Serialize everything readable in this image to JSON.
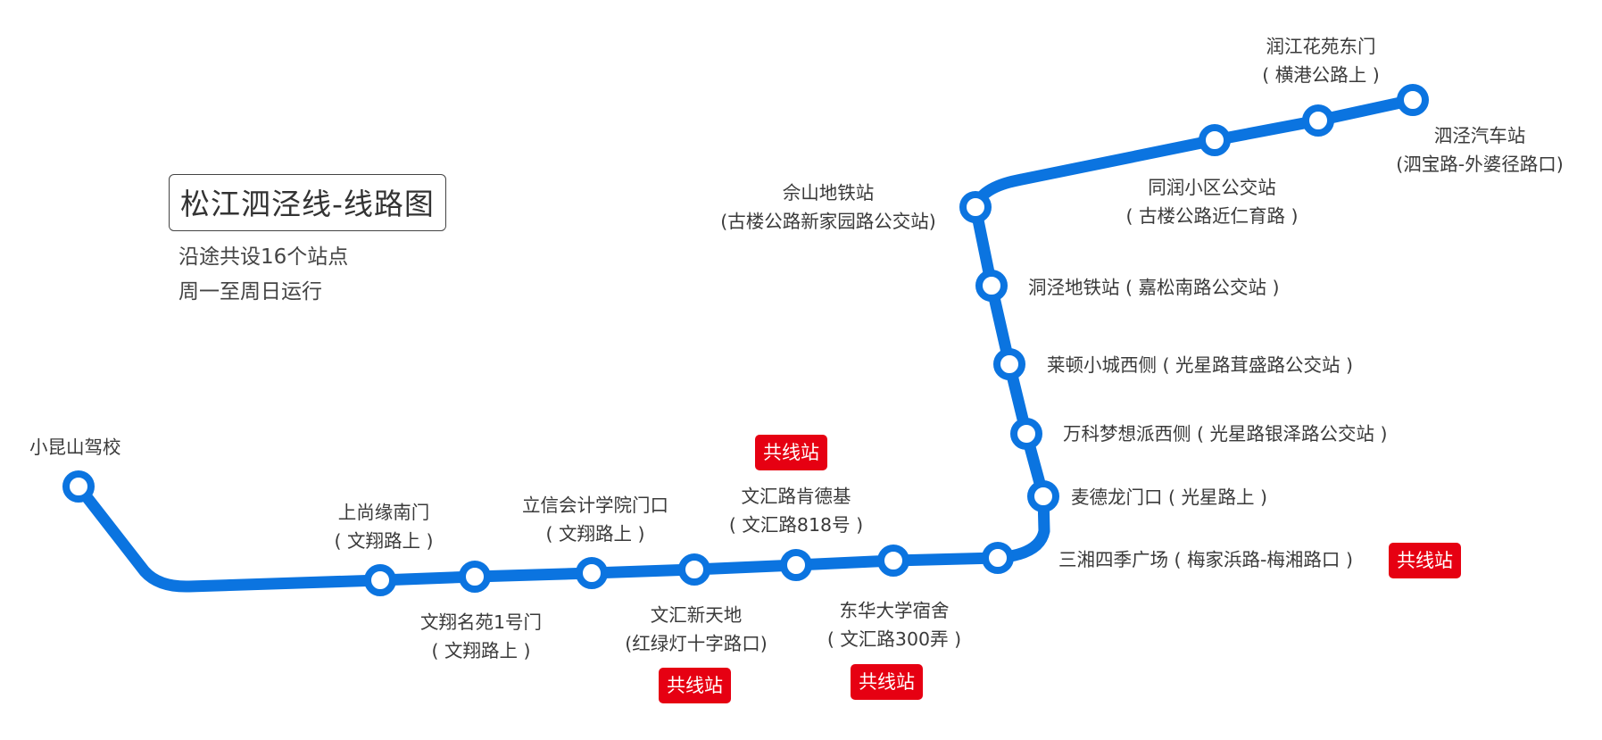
{
  "title": "松江泗泾线-线路图",
  "subtitle_lines": [
    "沿途共设16个站点",
    "周一至周日运行"
  ],
  "colors": {
    "line": "#0b74e0",
    "badge": "#e60012",
    "text": "#3a3a3a",
    "station_fill": "#ffffff"
  },
  "badge_text": "共线站",
  "stations": [
    {
      "name": "小昆山驾校",
      "sub": ""
    },
    {
      "name": "上尚缘南门",
      "sub": "( 文翔路上 )"
    },
    {
      "name": "文翔名苑1号门",
      "sub": "( 文翔路上 )"
    },
    {
      "name": "立信会计学院门口",
      "sub": "( 文翔路上 )"
    },
    {
      "name": "文汇新天地",
      "sub": "(红绿灯十字路口)"
    },
    {
      "name": "文汇路肯德基",
      "sub": "( 文汇路818号 )"
    },
    {
      "name": "东华大学宿舍",
      "sub": "( 文汇路300弄 )"
    },
    {
      "name": "三湘四季广场 ( 梅家浜路-梅湘路口 )",
      "sub": ""
    },
    {
      "name": "麦德龙门口 ( 光星路上 )",
      "sub": ""
    },
    {
      "name": "万科梦想派西侧 ( 光星路银泽路公交站 )",
      "sub": ""
    },
    {
      "name": "莱顿小城西侧 ( 光星路茸盛路公交站 )",
      "sub": ""
    },
    {
      "name": "洞泾地铁站 ( 嘉松南路公交站 )",
      "sub": ""
    },
    {
      "name": "佘山地铁站",
      "sub": "(古楼公路新家园路公交站)"
    },
    {
      "name": "同润小区公交站",
      "sub": "( 古楼公路近仁育路 )"
    },
    {
      "name": "润江花苑东门",
      "sub": "( 横港公路上 )"
    },
    {
      "name": "泗泾汽车站",
      "sub": "(泗宝路-外婆径路口)"
    }
  ]
}
